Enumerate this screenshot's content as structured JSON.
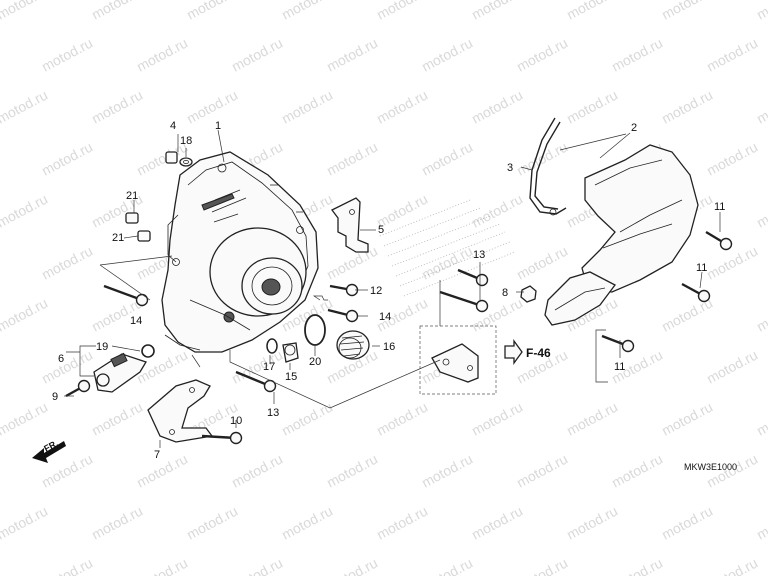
{
  "watermark": "motod.ru",
  "diagram_code": "MKW3E1000",
  "front_marker": "FR.",
  "page_reference": "F-46",
  "callouts": {
    "c1": "1",
    "c2": "2",
    "c3": "3",
    "c4": "4",
    "c5": "5",
    "c6": "6",
    "c7": "7",
    "c8": "8",
    "c9": "9",
    "c10": "10",
    "c11a": "11",
    "c11b": "11",
    "c11c": "11",
    "c12": "12",
    "c13a": "13",
    "c13b": "13",
    "c14a": "14",
    "c14b": "14",
    "c15": "15",
    "c16": "16",
    "c17": "17",
    "c18": "18",
    "c19": "19",
    "c20": "20",
    "c21a": "21",
    "c21b": "21"
  }
}
